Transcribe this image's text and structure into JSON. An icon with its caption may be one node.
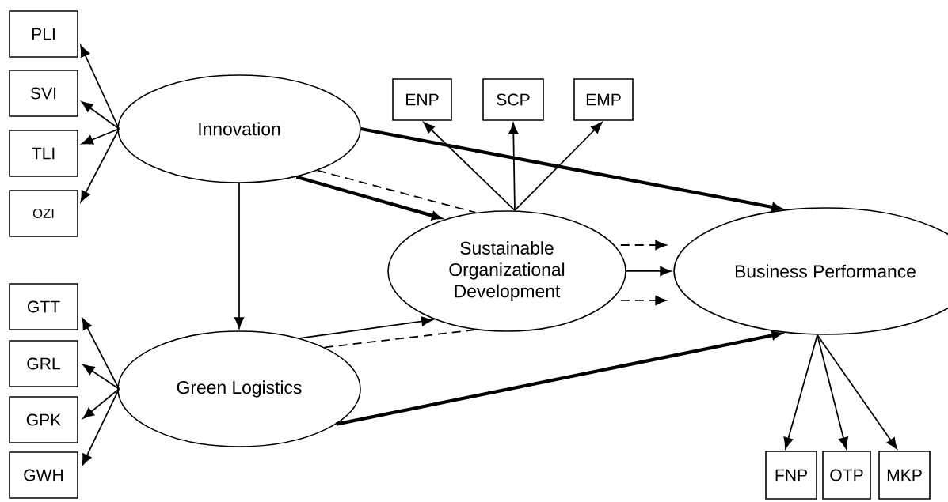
{
  "diagram": {
    "nodes": [
      {
        "text": [
          "Innovation"
        ]
      },
      {
        "text": [
          "Green Logistics"
        ]
      },
      {
        "text": [
          "Sustainable Organizational Development"
        ]
      },
      {
        "text": [
          "Business Performance"
        ]
      },
      {
        "text": [
          "PLI"
        ]
      },
      {
        "text": [
          "SVI"
        ]
      },
      {
        "text": [
          "TLI"
        ]
      },
      {
        "text": [
          "OZI"
        ]
      },
      {
        "text": [
          "GTT"
        ]
      },
      {
        "text": [
          "GRL"
        ]
      },
      {
        "text": [
          "GPK"
        ]
      },
      {
        "text": [
          "GWH"
        ]
      },
      {
        "text": [
          "ENP"
        ]
      },
      {
        "text": [
          "SCP"
        ]
      },
      {
        "text": [
          "EMP"
        ]
      },
      {
        "text": [
          "FNP"
        ]
      },
      {
        "text": [
          "OTP"
        ]
      },
      {
        "text": [
          "MKP"
        ]
      }
    ],
    "edges": [
      {
        "from": 0,
        "to": 4,
        "arrow": "to"
      },
      {
        "from": 0,
        "to": 5,
        "arrow": "to"
      },
      {
        "from": 0,
        "to": 6,
        "arrow": "to"
      },
      {
        "from": 0,
        "to": 7,
        "arrow": "to"
      },
      {
        "from": 1,
        "to": 8,
        "arrow": "to"
      },
      {
        "from": 1,
        "to": 9,
        "arrow": "to"
      },
      {
        "from": 1,
        "to": 10,
        "arrow": "to"
      },
      {
        "from": 1,
        "to": 11,
        "arrow": "to"
      },
      {
        "from": 2,
        "to": 12,
        "arrow": "to"
      },
      {
        "from": 2,
        "to": 13,
        "arrow": "to"
      },
      {
        "from": 2,
        "to": 14,
        "arrow": "to"
      },
      {
        "from": 3,
        "to": 15,
        "arrow": "to"
      },
      {
        "from": 3,
        "to": 16,
        "arrow": "to"
      },
      {
        "from": 3,
        "to": 17,
        "arrow": "to"
      },
      {
        "from": 0,
        "to": 1,
        "arrow": "to"
      },
      {
        "from": 0,
        "to": 2,
        "arrow": "to",
        "style": "thick"
      },
      {
        "from": 0,
        "to": 3,
        "arrow": "to",
        "style": "thick"
      },
      {
        "from": 0,
        "to": 2,
        "arrow": "none",
        "style": "dashed"
      },
      {
        "from": 1,
        "to": 2,
        "arrow": "to"
      },
      {
        "from": 1,
        "to": 2,
        "arrow": "none",
        "style": "dashed"
      },
      {
        "from": 1,
        "to": 3,
        "arrow": "to",
        "style": "thick"
      },
      {
        "from": 2,
        "to": 3,
        "arrow": "to",
        "style": "dashed"
      },
      {
        "from": 2,
        "to": 3,
        "arrow": "to"
      },
      {
        "from": 2,
        "to": 3,
        "arrow": "to",
        "style": "dashed"
      }
    ]
  }
}
